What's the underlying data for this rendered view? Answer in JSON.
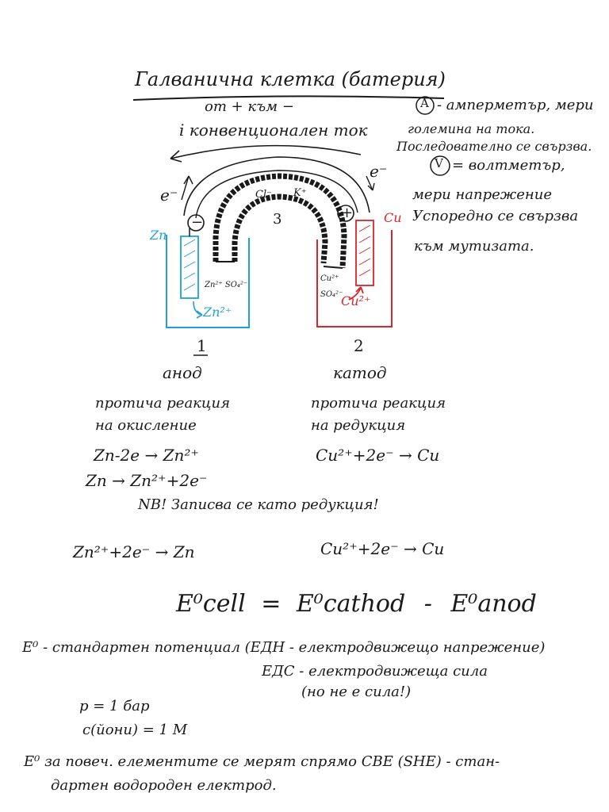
{
  "title": "Галванична клетка (батерия)",
  "current_note": {
    "line1": "от + към −",
    "line2": "i конвенционален ток"
  },
  "legend": {
    "ammeter": {
      "symbol": "A",
      "text1": "- амперметър, мери",
      "text2": "големина на тока.",
      "text3": "Последователно се свързва."
    },
    "voltmeter": {
      "symbol": "V",
      "text1": "= волтметър,",
      "text2": "мери напрежение",
      "text3": "Успоредно се свързва",
      "text4": "към мутизата."
    }
  },
  "diagram": {
    "electron_left": "e⁻",
    "electron_right": "e⁻",
    "neg_terminal": "−",
    "pos_terminal": "+",
    "left_metal": "Zn",
    "right_metal": "Cu",
    "left_solution": "Zn²⁺ SO₄²⁻",
    "right_solution_1": "Cu²⁺",
    "right_solution_2": "SO₄²⁻",
    "left_ion_out": "Zn²⁺",
    "right_ion_in": "Cu²⁺",
    "bridge_ion_1": "Cl⁻",
    "bridge_ion_2": "K⁺",
    "bridge_number": "3",
    "cell_1_number": "1",
    "cell_2_number": "2",
    "colors": {
      "zn_blue": "#1f9fd6",
      "cu_red": "#d8242c"
    }
  },
  "anode": {
    "label": "анод",
    "desc1": "протича реакция",
    "desc2": "на окисление",
    "eq1": "Zn-2e → Zn²⁺",
    "eq2": "Zn → Zn²⁺+2e⁻",
    "eq3": "Zn²⁺+2e⁻ → Zn"
  },
  "cathode": {
    "label": "катод",
    "desc1": "протича реакция",
    "desc2": "на редукция",
    "eq1": "Cu²⁺+2e⁻ → Cu",
    "eq2": "Cu²⁺+2e⁻ → Cu"
  },
  "nb_note": "NB! Записва се като редукция!",
  "formula": {
    "lhs": "E⁰cell",
    "eq": "=",
    "term1": "E⁰cathod",
    "minus": "-",
    "term2": "E⁰anod"
  },
  "definition": {
    "line1": "E⁰ - стандартен потенциал (ЕДН - електродвижещо напрежение)",
    "line2": "ЕДС - електродвижеща сила",
    "line3": "(но не е сила!)"
  },
  "conditions": {
    "p": "p = 1 бар",
    "c": "c(йони) = 1 M"
  },
  "footer": {
    "line1": "E⁰ за повеч. елементите се мерят спрямо СВЕ (SHE) - стан-",
    "line2": "дартен водороден електрод."
  }
}
